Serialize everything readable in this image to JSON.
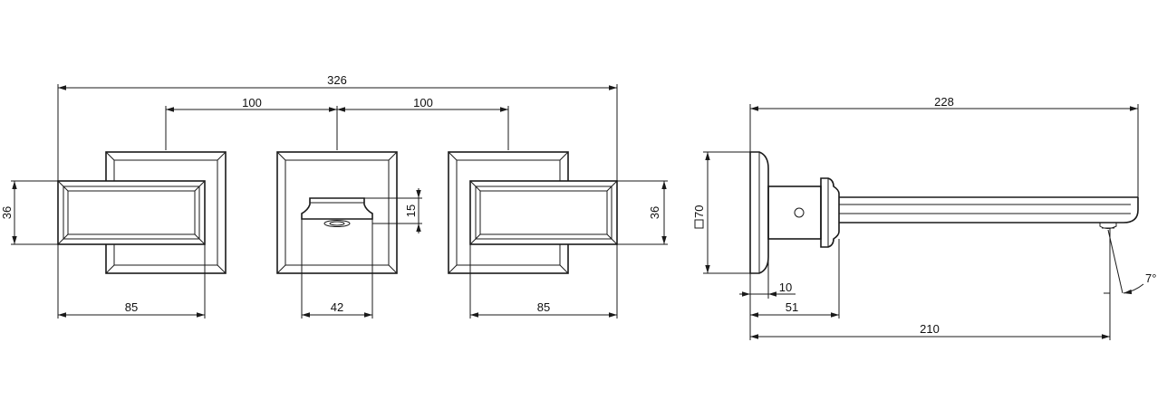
{
  "dimensions": {
    "overall_width": "326",
    "spacing_left": "100",
    "spacing_right": "100",
    "handle_height_left": "36",
    "handle_height_right": "36",
    "spout_height": "15",
    "handle_width_left": "85",
    "spout_width": "42",
    "handle_width_right": "85",
    "side_length": "228",
    "plate_size": "70",
    "wall_offset": "10",
    "body_depth": "51",
    "outlet_reach": "210",
    "spout_angle": "7°"
  },
  "colors": {
    "line": "#1a1a1a",
    "background": "#ffffff"
  }
}
